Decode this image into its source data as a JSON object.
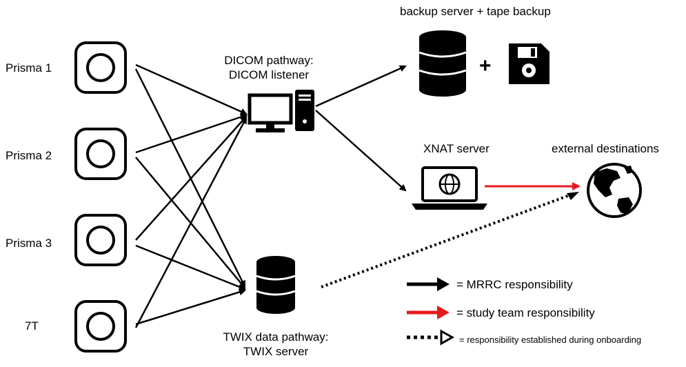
{
  "scanners": [
    {
      "label": "Prisma 1"
    },
    {
      "label": "Prisma 2"
    },
    {
      "label": "Prisma 3"
    },
    {
      "label": "7T"
    }
  ],
  "dicom": {
    "line1": "DICOM pathway:",
    "line2": "DICOM listener"
  },
  "twix": {
    "line1": "TWIX data pathway:",
    "line2": "TWIX server"
  },
  "backup": {
    "label": "backup server + tape backup",
    "plus": "+"
  },
  "xnat": {
    "label": "XNAT server"
  },
  "external": {
    "label": "external destinations"
  },
  "legend": {
    "items": [
      {
        "style": "solid",
        "color": "#000000",
        "label": "= MRRC responsibility"
      },
      {
        "style": "solid",
        "color": "#e8191c",
        "label": "= study team responsibility"
      },
      {
        "style": "dotted",
        "color": "#000000",
        "label": "= responsibility established during onboarding"
      }
    ]
  },
  "colors": {
    "ink": "#000000",
    "study_team": "#e8191c",
    "background": "#ffffff"
  },
  "icons": [
    "scanner-icon",
    "desktop-computer-icon",
    "server-icon",
    "floppy-disk-icon",
    "laptop-globe-icon",
    "globe-icon"
  ]
}
